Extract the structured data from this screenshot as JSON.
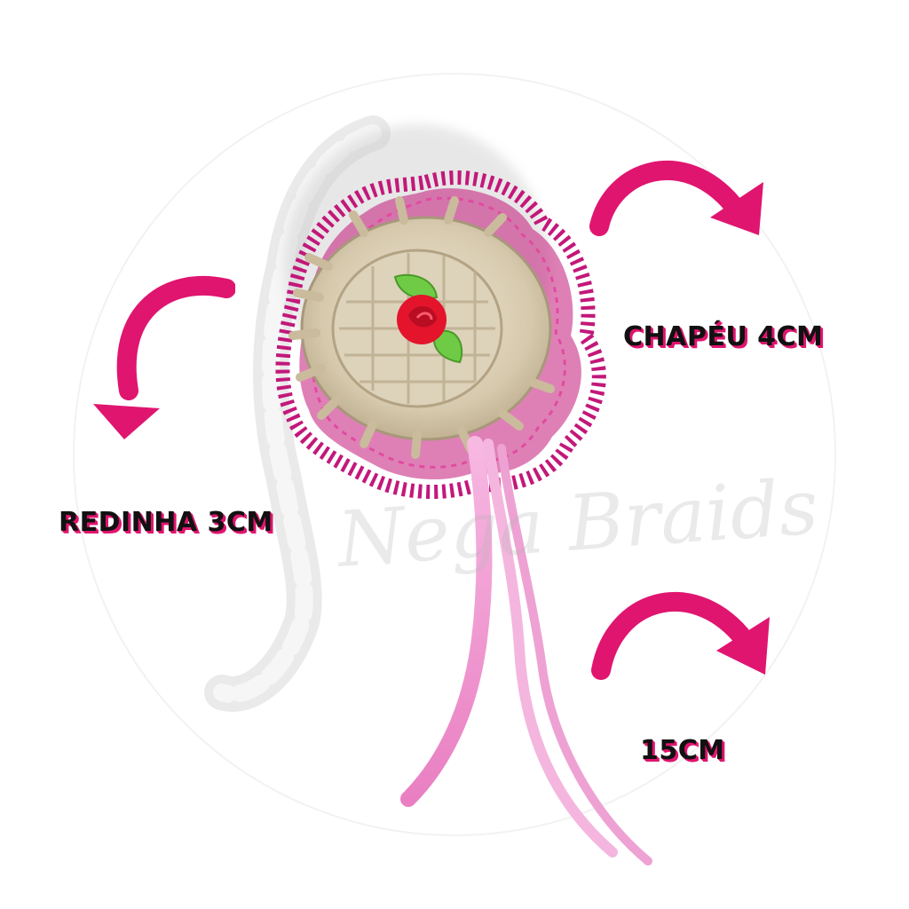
{
  "labels": {
    "hat_size": "CHAPÉU 4CM",
    "net_size": "REDINHA 3CM",
    "ribbon_length": "15CM"
  },
  "watermark": "Nega Braids",
  "colors": {
    "accent": "#e0156f",
    "lace": "#c2187a",
    "straw": "#d8cdb4",
    "ribbon": "#f2a7d6",
    "rose": "#e3142c",
    "leaf": "#5fc13b",
    "text": "#111111"
  },
  "icons": [
    "curved-arrow-icon",
    "curved-arrow-icon",
    "curved-arrow-icon"
  ]
}
